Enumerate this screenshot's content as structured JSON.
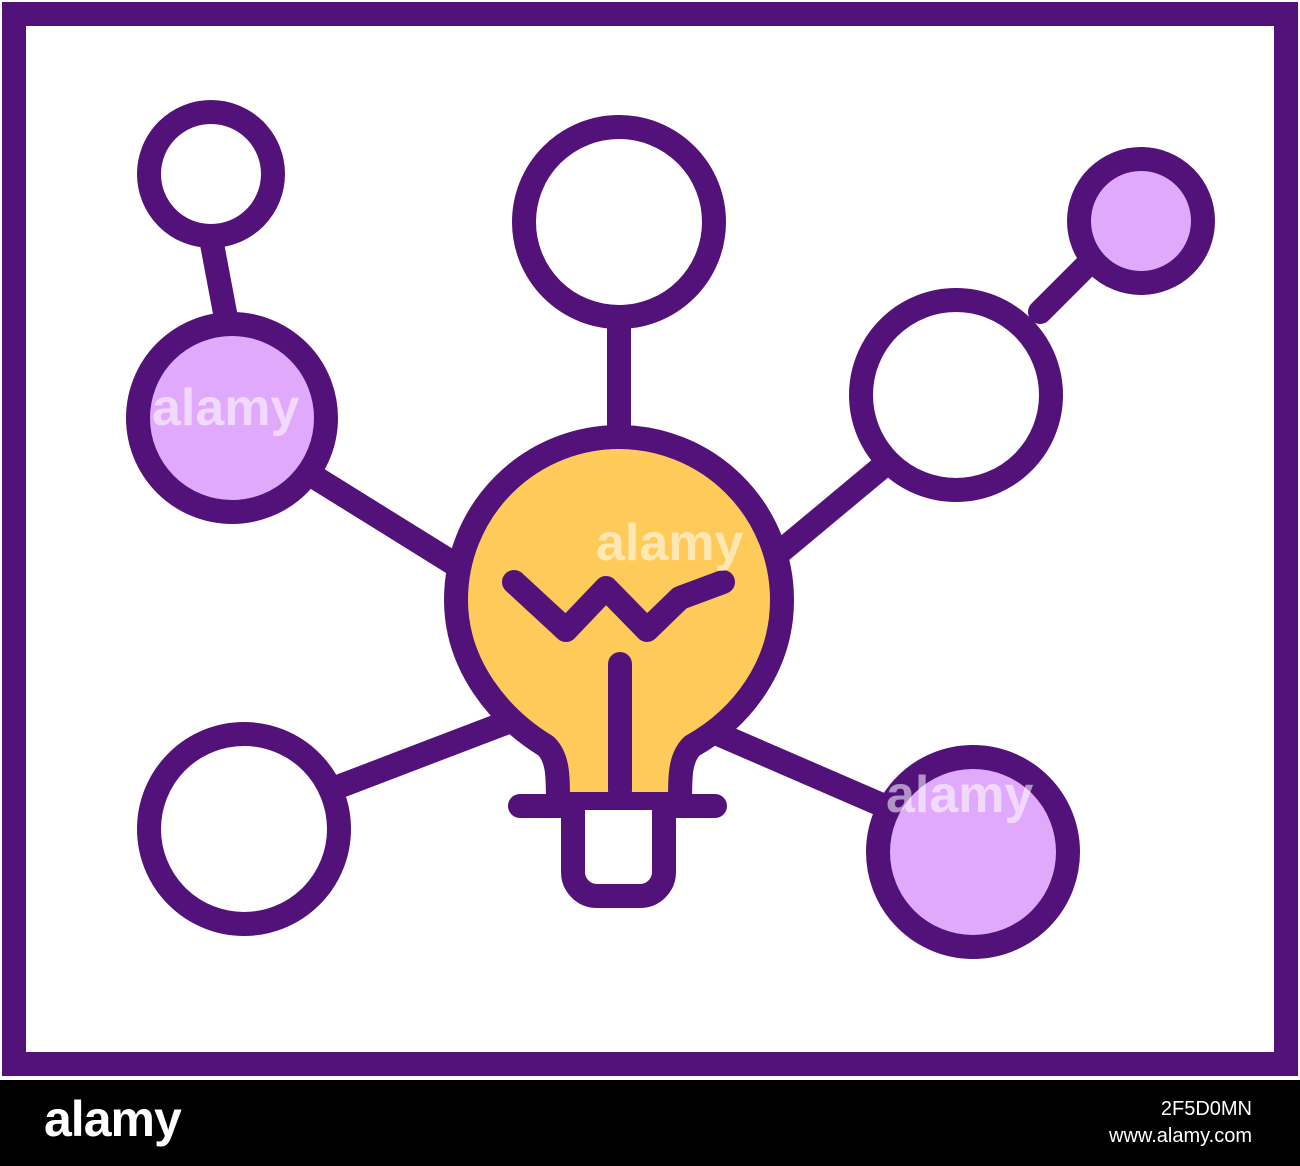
{
  "illustration": {
    "subject": "idea network: central light bulb connected to surrounding circles",
    "icons": [
      "lightbulb-icon",
      "network-node-icon"
    ],
    "colors": {
      "stroke": "#52127A",
      "bulb_fill": "#FECB5A",
      "node_fill_accent": "#E0A9FB",
      "node_fill_plain": "#FFFFFF",
      "background": "#FFFFFF"
    }
  },
  "watermark": {
    "text": "alamy"
  },
  "footer": {
    "logo": "alamy",
    "image_id": "2F5D0MN",
    "site": "www.alamy.com",
    "background": "#000000"
  }
}
